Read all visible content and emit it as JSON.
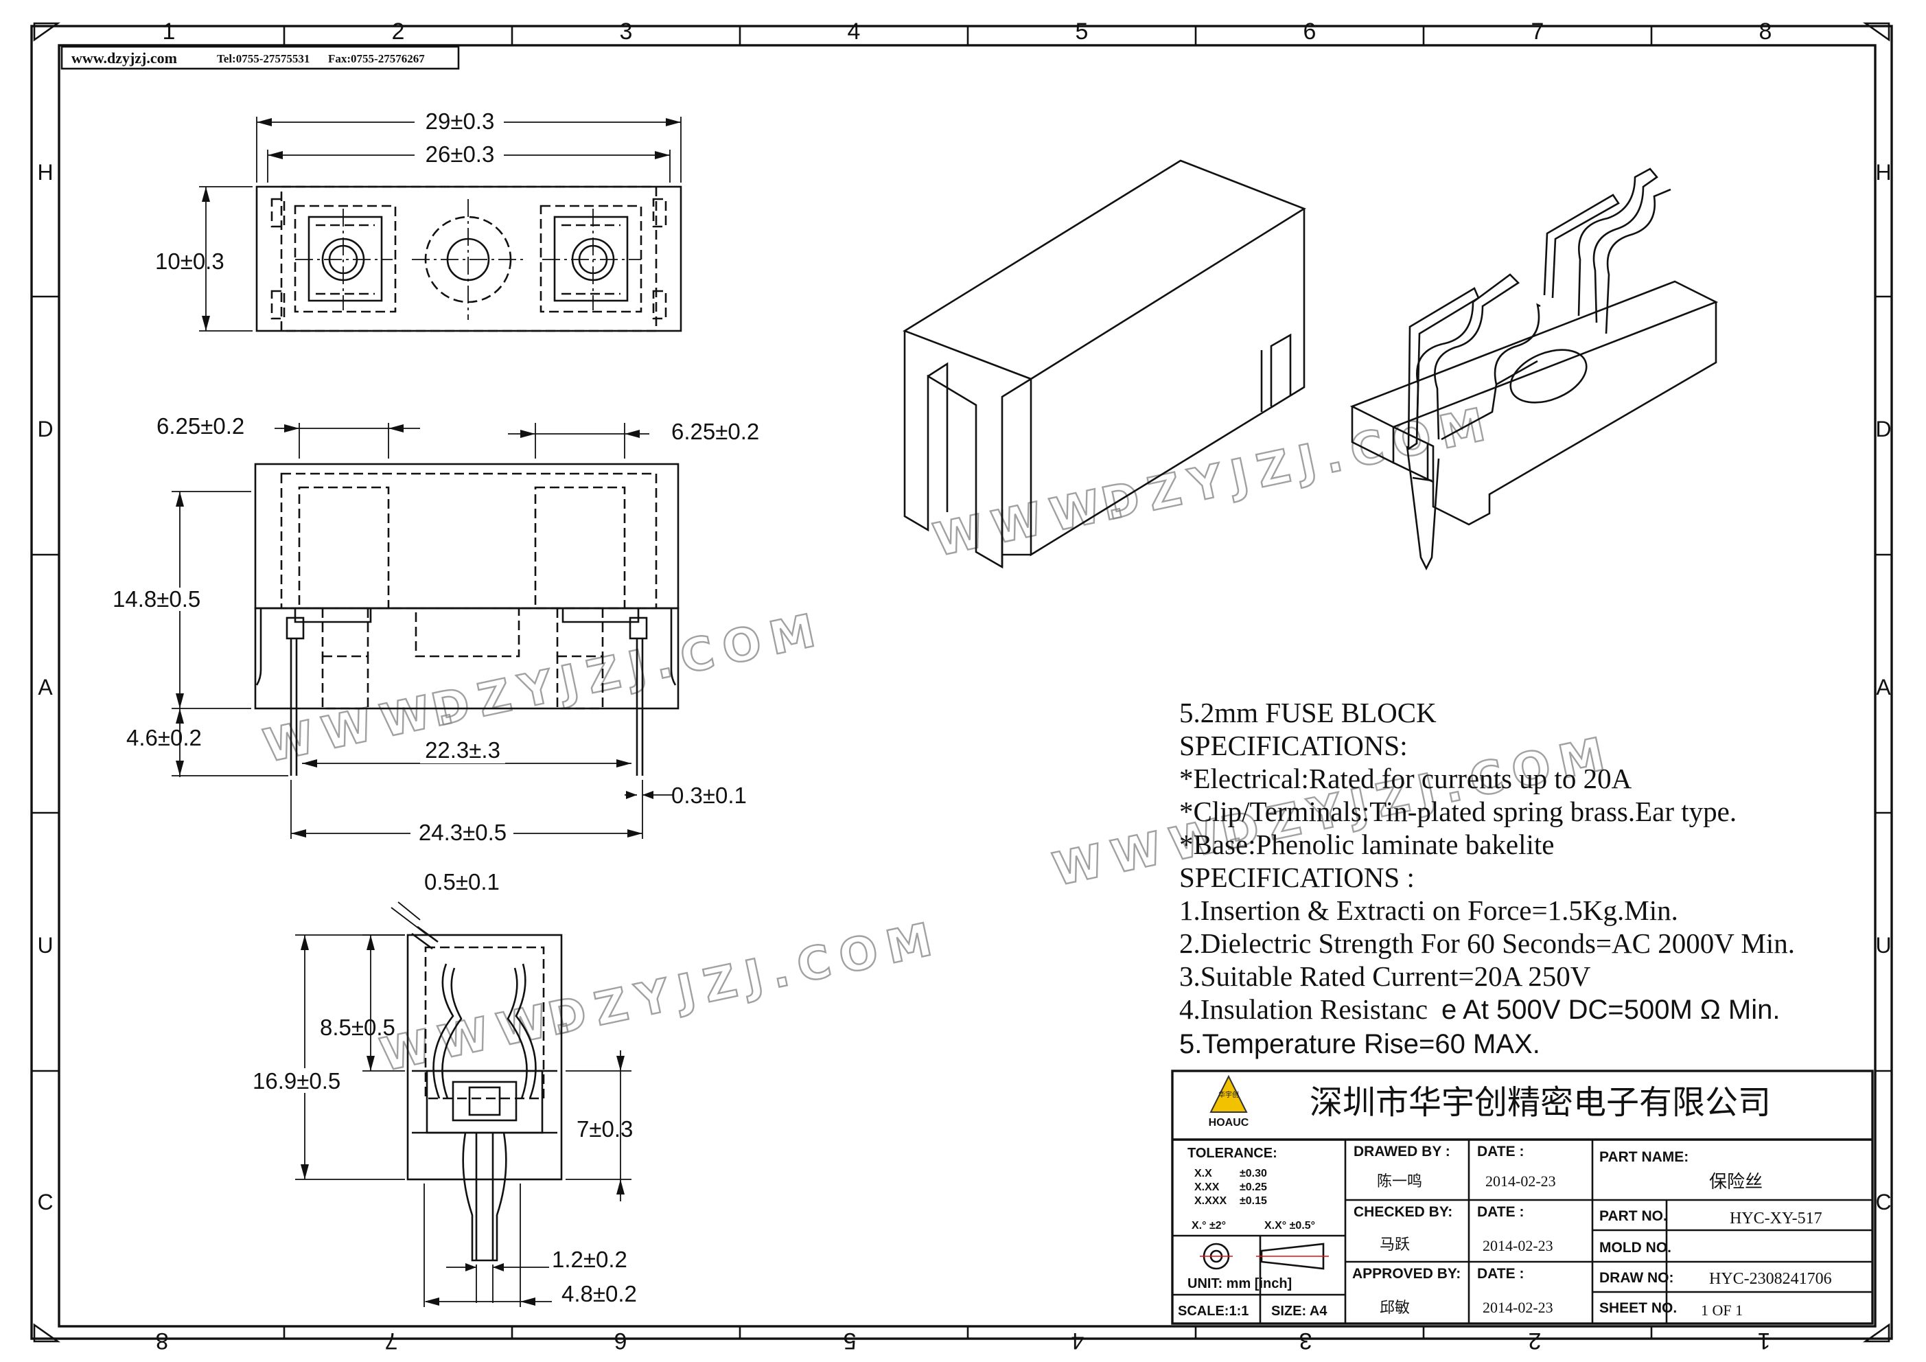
{
  "header": {
    "website": "www.dzyjzj.com",
    "tel": "Tel:0755-27575531",
    "fax": "Fax:0755-27576267"
  },
  "frame": {
    "top_columns": [
      "1",
      "2",
      "3",
      "4",
      "5",
      "6",
      "7",
      "8"
    ],
    "bottom_columns": [
      "8",
      "7",
      "6",
      "5",
      "4",
      "3",
      "2",
      "1"
    ],
    "rows": [
      "H",
      "D",
      "A",
      "U",
      "C"
    ]
  },
  "watermark": {
    "text_www": "WWW.",
    "text_domain": "DZYJZJ.COM"
  },
  "dimensions": {
    "top_view": {
      "overall_width": "29±0.3",
      "inner_width": "26±0.3",
      "height": "10±0.3"
    },
    "front_view": {
      "left_clip": "6.25±0.2",
      "right_clip": "6.25±0.2",
      "height": "14.8±0.5",
      "pin_length": "4.6±0.2",
      "pin_spacing": "22.3±.3",
      "pin_thickness": "0.3±0.1",
      "overall": "24.3±0.5"
    },
    "side_view": {
      "tab": "0.5±0.1",
      "clip_height": "8.5±0.5",
      "overall_height": "16.9±0.5",
      "body_height": "7±0.3",
      "pin_width": "1.2±0.2",
      "base_width": "4.8±0.2"
    }
  },
  "specs": {
    "title": "5.2mm FUSE BLOCK",
    "heading1": "SPECIFICATIONS:",
    "line1": "*Electrical:Rated for currents up to 20A",
    "line2": "*Clip/Terminals:Tin-plated spring brass.Ear type.",
    "line3": "*Base:Phenolic  laminate bakelite",
    "heading2": "SPECIFICATIONS :",
    "item1": "1.Insertion & Extracti on Force=1.5Kg.Min.",
    "item2": "2.Dielectric Strength  For 60 Seconds=AC 2000V Min.",
    "item3": "3.Suitable Rated Current=20A 250V",
    "item4_part1": "4.Insulation Resistanc",
    "item4_part2": "e At 500V DC=500M Ω Min.",
    "item5": "5.Temperature Rise=60  MAX."
  },
  "title_block": {
    "company": "深圳市华宇创精密电子有限公司",
    "logo_text": "HOAUC",
    "logo_small": "华宇创",
    "tolerance_label": "TOLERANCE:",
    "tol_x": "X.X",
    "tol_x_val": "±0.30",
    "tol_xx": "X.XX",
    "tol_xx_val": "±0.25",
    "tol_xxx": "X.XXX",
    "tol_xxx_val": "±0.15",
    "tol_ang1": "X.°  ±2°",
    "tol_ang2": "X.X°  ±0.5°",
    "unit": "UNIT:   mm  [inch]",
    "scale": "SCALE:1:1",
    "size": "SIZE:  A4",
    "drawn_by_label": "DRAWED  BY :",
    "drawn_by": "陈一鸣",
    "checked_by_label": "CHECKED  BY:",
    "checked_by": "马跃",
    "approved_by_label": "APPROVED  BY:",
    "approved_by": "邱敏",
    "date_label": "DATE  :",
    "date_label2": "DATE  :",
    "date_label3": "DATE  :",
    "date1": "2014-02-23",
    "date2": "2014-02-23",
    "date3": "2014-02-23",
    "part_name_label": "PART  NAME:",
    "part_name": "保险丝",
    "part_no_label": "PART  NO.",
    "part_no": "HYC-XY-517",
    "mold_no_label": "MOLD  NO.",
    "draw_no_label": "DRAW  NO:",
    "draw_no": "HYC-2308241706",
    "sheet_no_label": "SHEET  NO.",
    "sheet_no": "1  OF  1"
  },
  "colors": {
    "ink": "#111111",
    "watermark": "#8a8a8a",
    "logo_yellow": "#f2c200"
  }
}
